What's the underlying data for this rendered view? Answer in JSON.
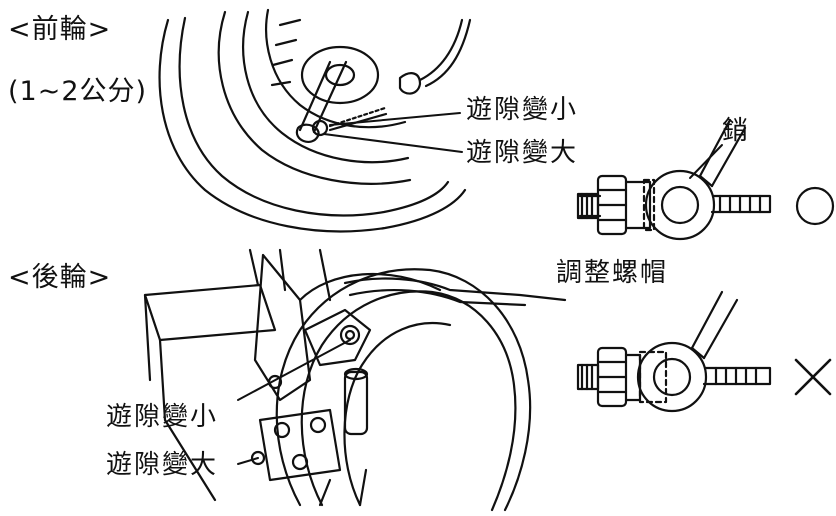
{
  "front": {
    "heading": "<前輪>",
    "range": "(1~2公分)",
    "label_smaller": "遊隙變小",
    "label_larger": "遊隙變大"
  },
  "rear": {
    "heading": "<後輪>",
    "label_smaller": "遊隙變小",
    "label_larger": "遊隙變大"
  },
  "detail": {
    "pin_label": "銷",
    "nut_label": "調整螺帽",
    "correct_mark": "○",
    "wrong_mark": "×"
  },
  "colors": {
    "ink": "#111111",
    "background": "#ffffff"
  }
}
